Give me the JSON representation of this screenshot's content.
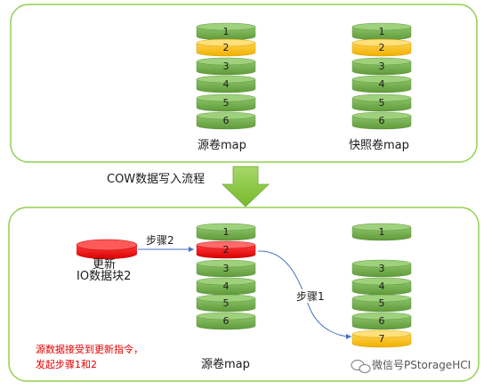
{
  "top_panel": {
    "source_map_label": "源卷map",
    "snapshot_map_label": "快照卷map",
    "source_blocks": [
      "1",
      "2",
      "3",
      "4",
      "5",
      "6"
    ],
    "snapshot_blocks": [
      "1",
      "2",
      "3",
      "4",
      "5",
      "6"
    ]
  },
  "flow_label": "COW数据写入流程",
  "bottom_panel": {
    "new_block_label_line1": "更新",
    "new_block_label_line2": "IO数据块2",
    "step2_label": "步骤2",
    "step1_label": "步骤1",
    "source_map_label": "源卷map",
    "source_blocks": [
      "1",
      "2",
      "3",
      "4",
      "5",
      "6"
    ],
    "snapshot_blocks": [
      "1",
      "3",
      "4",
      "5",
      "6",
      "7"
    ],
    "note_line1": "源数据接受到更新指令，",
    "note_line2": "发起步骤1和2"
  },
  "watermark": "微信号PStorageHCI",
  "colors": {
    "green": "#70ad47",
    "yellow": "#ffc000",
    "red": "#ff0000",
    "panel_border": "#92d050",
    "arrow": "#92d050",
    "connector": "#4472c4"
  }
}
